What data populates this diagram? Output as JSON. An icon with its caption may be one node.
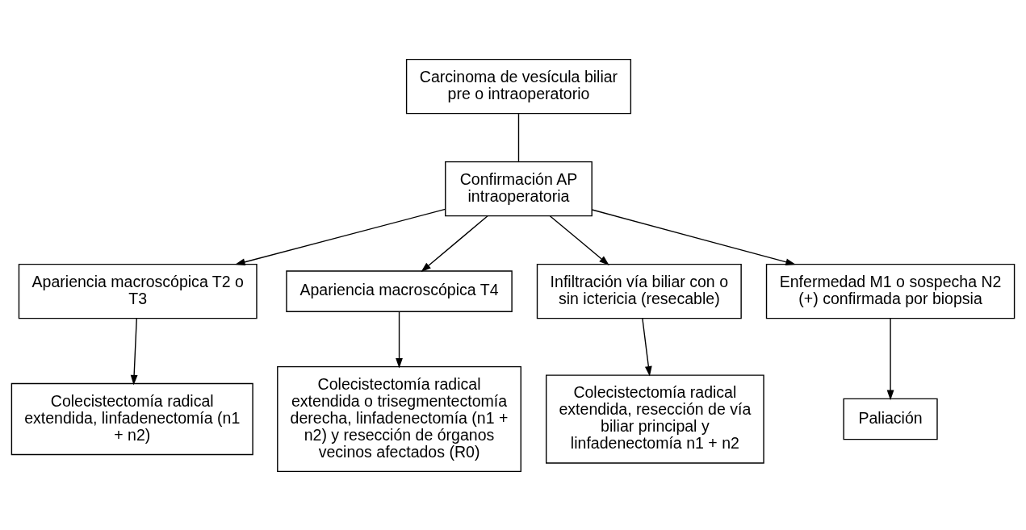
{
  "diagram": {
    "nodes": [
      {
        "text": [
          "Carcinoma de vesícula biliar pre o intraoperatorio"
        ]
      },
      {
        "text": [
          "Confirmación AP intraoperatoria"
        ]
      },
      {
        "text": [
          "Apariencia macroscópica T2 o T3"
        ]
      },
      {
        "text": [
          "Apariencia macroscópica T4"
        ]
      },
      {
        "text": [
          "Infiltración vía biliar con o sin ictericia (resecable)"
        ]
      },
      {
        "text": [
          "Enfermedad M1 o sospecha N2 (+) confirmada por biopsia"
        ]
      },
      {
        "text": [
          "Colecistectomía radical extendida, linfadenectomía (n1 + n2)"
        ]
      },
      {
        "text": [
          "Colecistectomía radical extendida o trisegmentectomía derecha, linfadenectomía (n1 + n2) y resección de órganos vecinos afectados (R0)"
        ]
      },
      {
        "text": [
          "Colecistectomía radical extendida, resección de vía biliar principal y linfadenectomía n1 + n2"
        ]
      },
      {
        "text": [
          "Paliación"
        ]
      }
    ],
    "edges": [
      {
        "from": 0,
        "to": 1,
        "arrow": "none"
      },
      {
        "from": 1,
        "to": 2,
        "arrow": "to"
      },
      {
        "from": 1,
        "to": 3,
        "arrow": "to"
      },
      {
        "from": 1,
        "to": 4,
        "arrow": "to"
      },
      {
        "from": 1,
        "to": 5,
        "arrow": "to"
      },
      {
        "from": 2,
        "to": 6,
        "arrow": "to"
      },
      {
        "from": 3,
        "to": 7,
        "arrow": "to"
      },
      {
        "from": 4,
        "to": 8,
        "arrow": "to"
      },
      {
        "from": 5,
        "to": 9,
        "arrow": "to"
      }
    ]
  }
}
